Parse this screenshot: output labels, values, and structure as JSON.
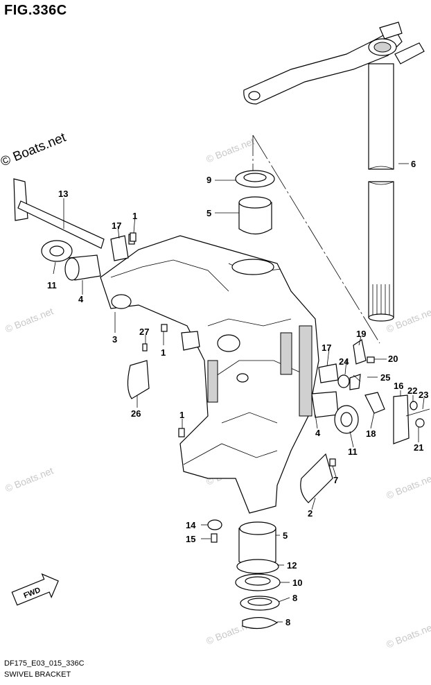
{
  "figure": {
    "title": "FIG.336C",
    "diagram_code": "DF175_E03_015_336C",
    "caption": "SWIVEL BRACKET",
    "watermark_main": "© Boats.net",
    "watermark_faint": "© Boats.net",
    "fwd_label": "FWD",
    "fwd_icon": "forward-arrow-icon"
  },
  "callouts": [
    "1",
    "1",
    "1",
    "2",
    "3",
    "4",
    "4",
    "5",
    "5",
    "6",
    "7",
    "8",
    "8",
    "9",
    "10",
    "11",
    "11",
    "12",
    "13",
    "14",
    "15",
    "16",
    "17",
    "17",
    "18",
    "19",
    "20",
    "21",
    "22",
    "23",
    "24",
    "25",
    "26",
    "27"
  ]
}
